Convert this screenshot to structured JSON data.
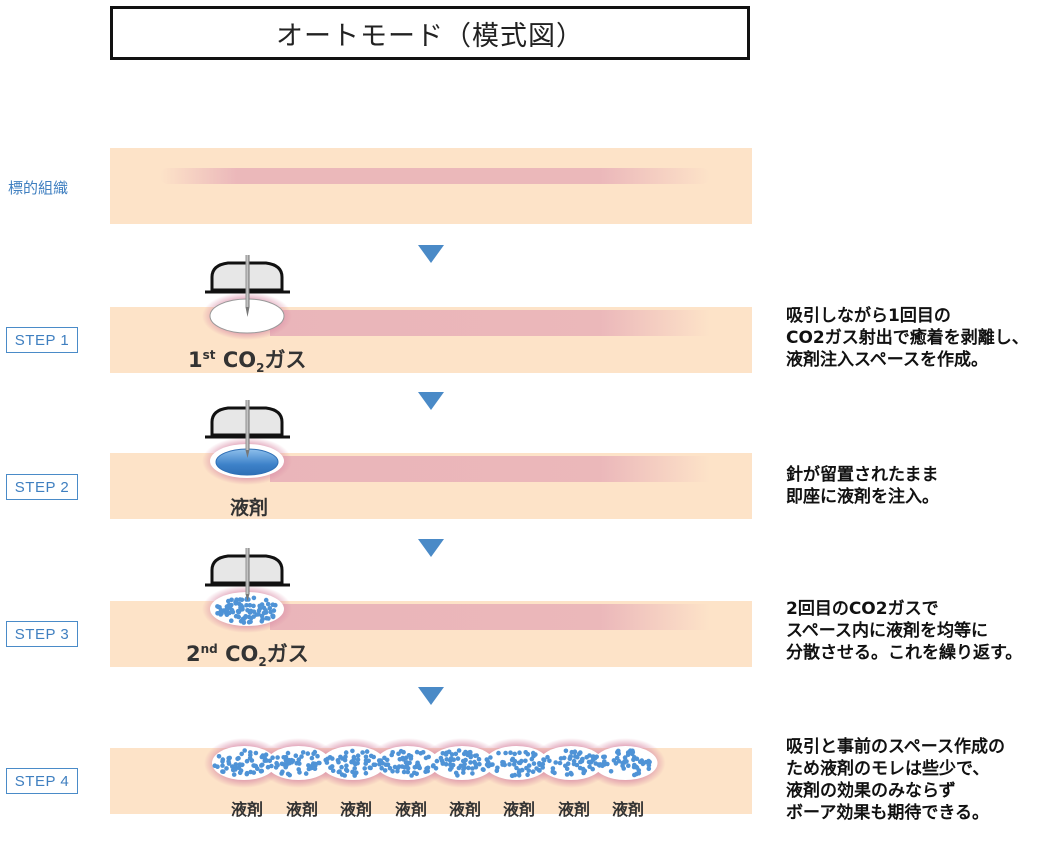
{
  "title": "オートモード（模式図）",
  "target_label": "標的組織",
  "steps": [
    {
      "label": "STEP 1",
      "desc": "吸引しながら1回目の\nCO2ガス射出で癒着を剥離し、\n液剤注入スペースを作成。"
    },
    {
      "label": "STEP 2",
      "desc": "針が留置されたまま\n即座に液剤を注入。"
    },
    {
      "label": "STEP 3",
      "desc": "2回目のCO2ガスで\nスペース内に液剤を均等に\n分散させる。これを繰り返す。"
    },
    {
      "label": "STEP 4",
      "desc": "吸引と事前のスペース作成の\nため液剤のモレは些少で、\n液剤の効果のみならず\nボーア効果も期待できる。"
    }
  ],
  "gas1": {
    "num": "1",
    "sup": "st",
    "co": "CO",
    "sub": "2",
    "word": "ガス"
  },
  "agent_label": "液剤",
  "gas2": {
    "num": "2",
    "sup": "nd",
    "co": "CO",
    "sub": "2",
    "word": "ガス"
  },
  "step4_labels": [
    "液剤",
    "液剤",
    "液剤",
    "液剤",
    "液剤",
    "液剤",
    "液剤",
    "液剤"
  ],
  "colors": {
    "band": "#fde3c8",
    "tissue": "#e8b0b8",
    "arrow": "#4a8ac7",
    "step_border": "#4a8bc8",
    "step_text": "#3f7fc0",
    "agent_blue": "#4f93d6",
    "glow": "#d98aa5"
  }
}
